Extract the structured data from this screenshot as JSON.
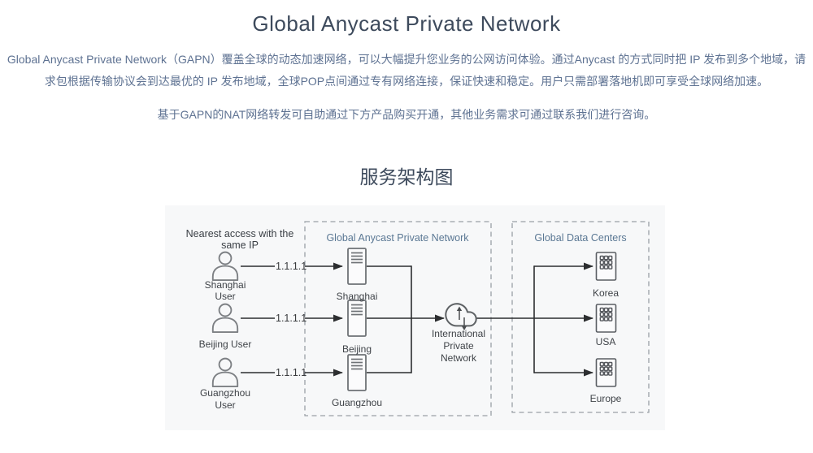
{
  "page": {
    "title": "Global Anycast Private Network",
    "intro": "Global Anycast Private Network（GAPN）覆盖全球的动态加速网络，可以大幅提升您业务的公网访问体验。通过Anycast 的方式同时把 IP 发布到多个地域，请求包根据传输协议会到达最优的 IP 发布地域，全球POP点间通过专有网络连接，保证快速和稳定。用户只需部署落地机即可享受全球网络加速。",
    "note": "基于GAPN的NAT网络转发可自助通过下方产品购买开通，其他业务需求可通过联系我们进行咨询。",
    "section_title": "服务架构图"
  },
  "diagram": {
    "nearest": {
      "line1": "Nearest access with the",
      "line2": "same IP"
    },
    "users": [
      {
        "lines": [
          "Shanghai",
          "User"
        ],
        "ip": "1.1.1.1"
      },
      {
        "lines": [
          "Beijing User"
        ],
        "ip": "1.1.1.1"
      },
      {
        "lines": [
          "Guangzhou",
          "User"
        ],
        "ip": "1.1.1.1"
      }
    ],
    "gapn": {
      "title": "Global Anycast Private Network",
      "nodes": [
        "Shanghai",
        "Beijing",
        "Guangzhou"
      ]
    },
    "cloud": {
      "lines": [
        "International",
        "Private",
        "Network"
      ]
    },
    "gdc": {
      "title": "Global Data Centers",
      "nodes": [
        "Korea",
        "USA",
        "Europe"
      ]
    },
    "colors": {
      "heading": "#3d4a5c",
      "body_text": "#5e7292",
      "box_title": "#5b7894",
      "line": "#2c2e30",
      "dashed_border": "#9aa0a6",
      "panel_bg": "#f7f8f9"
    }
  }
}
